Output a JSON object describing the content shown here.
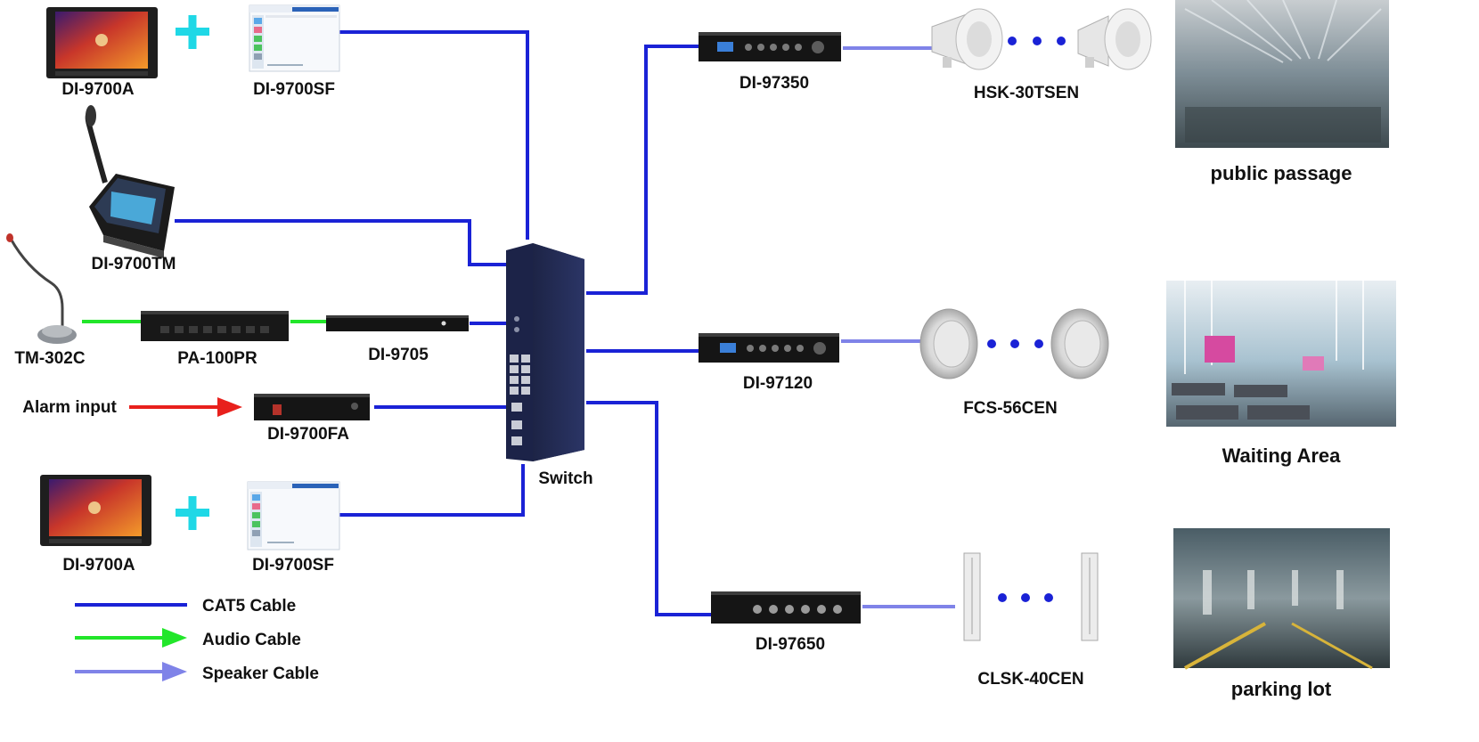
{
  "devices": {
    "a_top": "DI-9700A",
    "sf_top": "DI-9700SF",
    "tm": "DI-9700TM",
    "mic": "TM-302C",
    "pa": "PA-100PR",
    "d9705": "DI-9705",
    "alarm": "Alarm input",
    "fa": "DI-9700FA",
    "a_bottom": "DI-9700A",
    "sf_bottom": "DI-9700SF",
    "switch": "Switch",
    "amp1": "DI-97350",
    "amp2": "DI-97120",
    "amp3": "DI-97650",
    "spk1": "HSK-30TSEN",
    "spk2": "FCS-56CEN",
    "spk3": "CLSK-40CEN"
  },
  "areas": {
    "area1": "public passage",
    "area2": "Waiting Area",
    "area3": "parking lot"
  },
  "legend": {
    "cat5": "CAT5 Cable",
    "audio": "Audio Cable",
    "speaker": "Speaker Cable"
  },
  "colors": {
    "cat5": "#1a22d6",
    "audio": "#22e62a",
    "speaker": "#7f83e8",
    "alarm": "#e8201c",
    "plus": "#1fd8e6"
  }
}
